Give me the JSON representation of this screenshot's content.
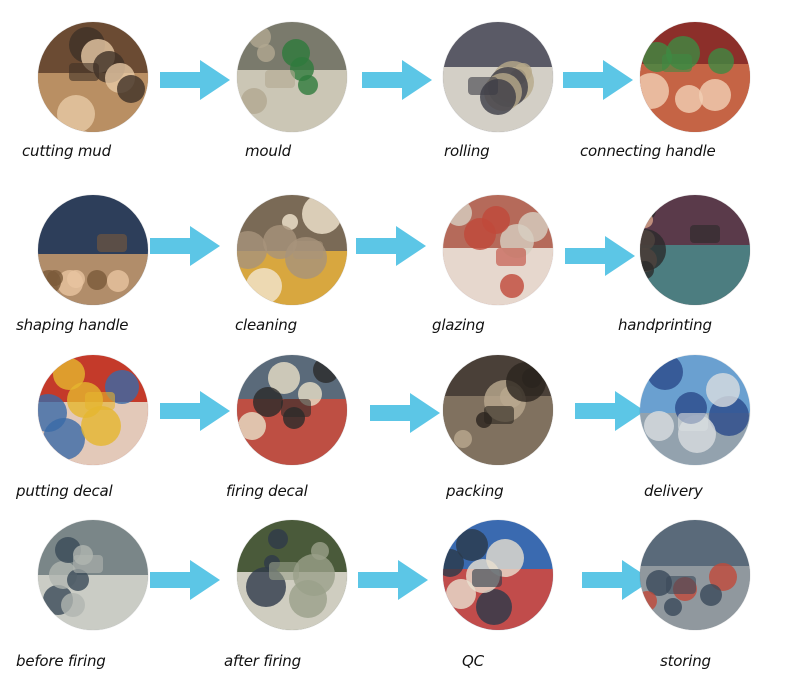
{
  "colors": {
    "arrow": "#5cc6e6",
    "background": "#ffffff",
    "text": "#111111"
  },
  "steps": [
    {
      "label": "cutting mud",
      "icon": "clay-log-stack-photo"
    },
    {
      "label": "mould",
      "icon": "press-machine-photo"
    },
    {
      "label": "rolling",
      "icon": "clay-rolling-photo"
    },
    {
      "label": "connecting handle",
      "icon": "handle-attach-photo"
    },
    {
      "label": "shaping handle",
      "icon": "handle-trim-photo"
    },
    {
      "label": "cleaning",
      "icon": "mug-sponge-photo"
    },
    {
      "label": "glazing",
      "icon": "glaze-dip-photo"
    },
    {
      "label": "handprinting",
      "icon": "hand-paint-photo"
    },
    {
      "label": "putting decal",
      "icon": "decal-mugs-photo"
    },
    {
      "label": "firing decal",
      "icon": "kiln-loading-photo"
    },
    {
      "label": "packing",
      "icon": "warehouse-boxes-photo"
    },
    {
      "label": "delivery",
      "icon": "truck-yard-photo"
    },
    {
      "label": "before firing",
      "icon": "kiln-shelves-photo"
    },
    {
      "label": "after firing",
      "icon": "fired-mugs-photo"
    },
    {
      "label": "QC",
      "icon": "inspection-line-photo"
    },
    {
      "label": "storing",
      "icon": "stock-room-photo"
    }
  ]
}
